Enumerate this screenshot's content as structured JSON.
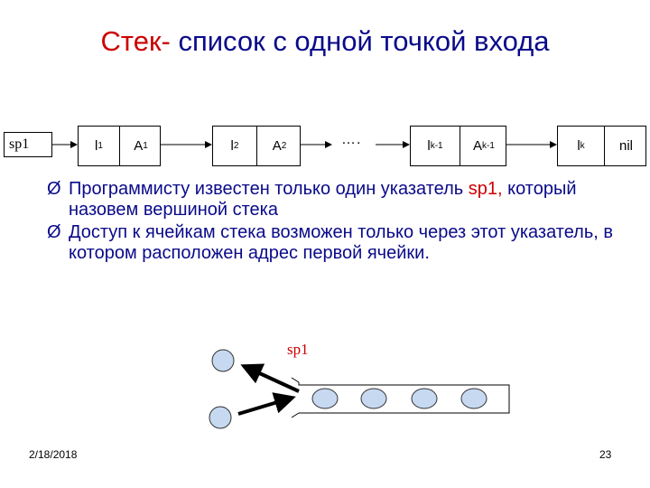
{
  "title": {
    "accent": "Стек-",
    "rest": " список с одной точкой входа"
  },
  "list": {
    "pointer_label": "sp1",
    "ellipsis": "….",
    "node1": {
      "ptr": "l",
      "ptr_sub": "1",
      "val": "A",
      "val_sub": "1"
    },
    "node2": {
      "ptr": "l",
      "ptr_sub": "2",
      "val": "A",
      "val_sub": "2"
    },
    "node3": {
      "ptr": "l",
      "ptr_sub": "k-1",
      "val": "A",
      "val_sub": "k-1"
    },
    "node4": {
      "ptr": "l",
      "ptr_sub": "k",
      "val": "nil"
    }
  },
  "bullets": [
    {
      "text": "Программисту известен только один указатель ",
      "highlight": "sp1,",
      "text2": " который назовем вершиной стека"
    },
    {
      "text": "Доступ к ячейкам стека возможен только через этот указатель, в котором расположен адрес первой ячейки."
    }
  ],
  "bullet_mark": "Ø",
  "diagram": {
    "label": "sp1",
    "colors": {
      "circle_fill": "#c6d9f1",
      "accent": "#cc0000",
      "text": "#0a0a8a"
    }
  },
  "footer": {
    "date": "2/18/2018",
    "page": "23"
  }
}
